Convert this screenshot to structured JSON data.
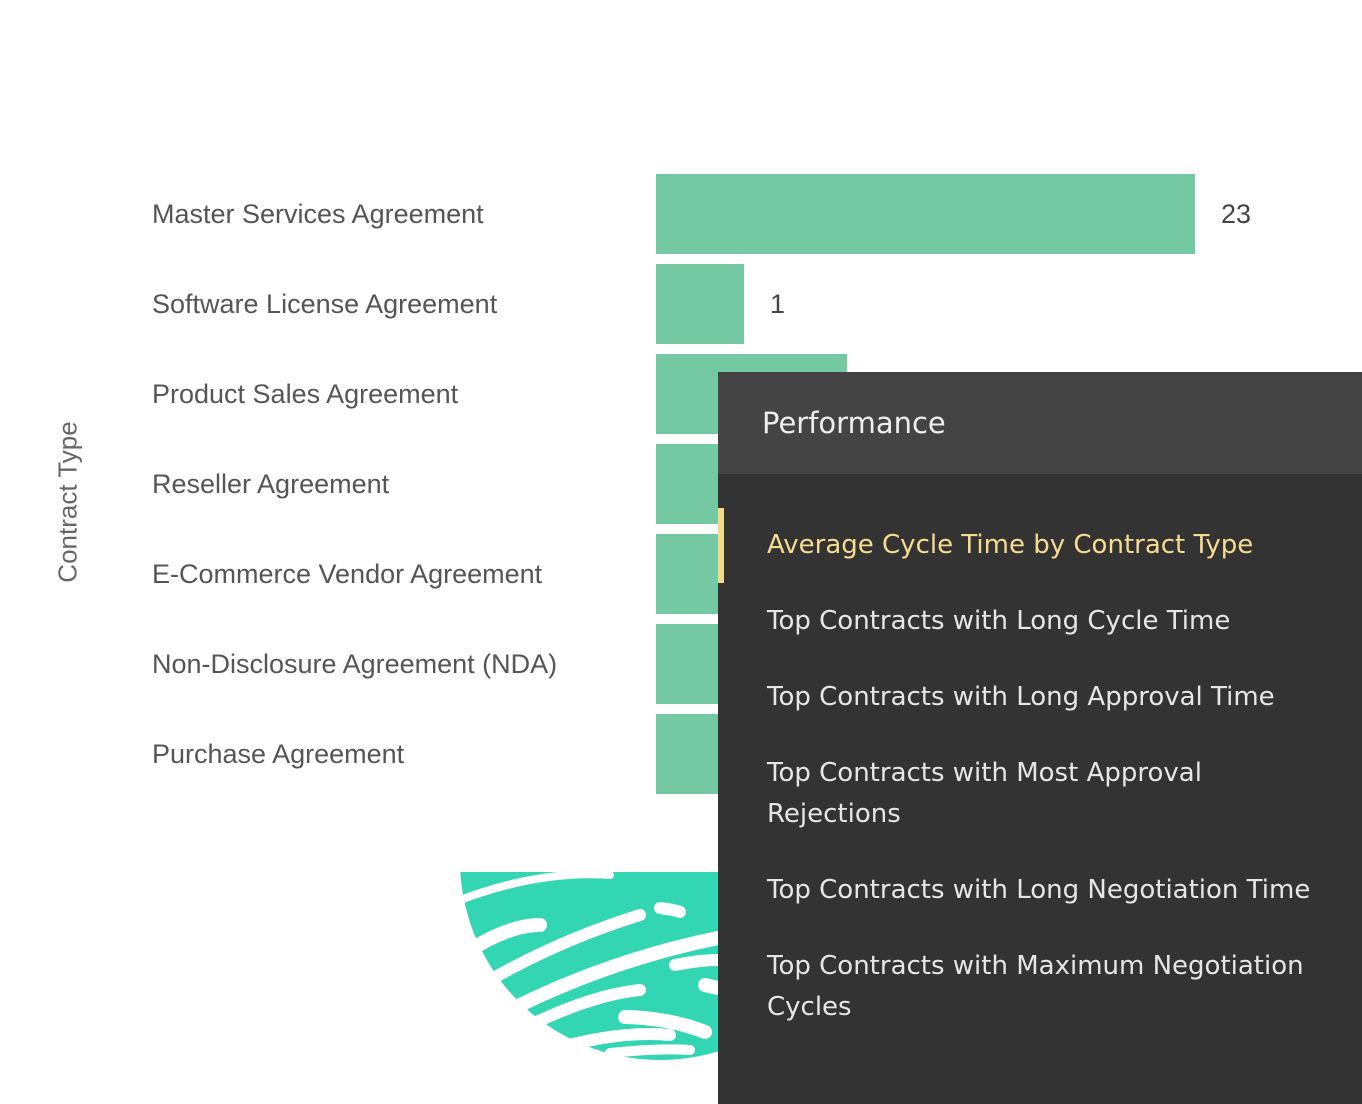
{
  "chart_data": {
    "type": "bar",
    "orientation": "horizontal",
    "ylabel": "Contract Type",
    "categories": [
      "Master Services Agreement",
      "Software License Agreement",
      "Product Sales Agreement",
      "Reseller Agreement",
      "E-Commerce Vendor Agreement",
      "Non-Disclosure Agreement (NDA)",
      "Purchase Agreement"
    ],
    "values": [
      23,
      1,
      6,
      null,
      null,
      null,
      null
    ],
    "data_labels": [
      "23",
      "1"
    ],
    "color": "#74c9a3"
  },
  "menu": {
    "title": "Performance",
    "active_color": "#f7dc8f",
    "items": [
      {
        "label": "Average Cycle Time by Contract Type",
        "active": true
      },
      {
        "label": "Top Contracts with Long Cycle Time"
      },
      {
        "label": "Top Contracts with Long Approval Time"
      },
      {
        "label": "Top Contracts with Most Approval Rejections"
      },
      {
        "label": "Top Contracts with Long Negotiation Time"
      },
      {
        "label": "Top Contracts with Maximum Negotiation Cycles"
      }
    ]
  }
}
